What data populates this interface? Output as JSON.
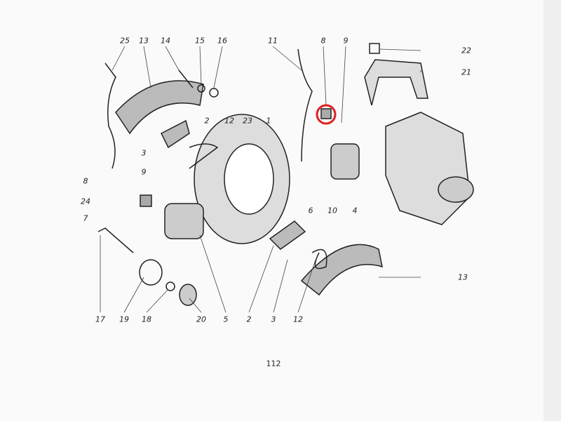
{
  "page_number": "112",
  "highlight_color": "#e02020",
  "highlighted_part": "8",
  "callouts": [
    {
      "id": "c25",
      "text": "25"
    },
    {
      "id": "c13a",
      "text": "13"
    },
    {
      "id": "c14",
      "text": "14"
    },
    {
      "id": "c15",
      "text": "15"
    },
    {
      "id": "c16",
      "text": "16"
    },
    {
      "id": "c11",
      "text": "11"
    },
    {
      "id": "c8a",
      "text": "8"
    },
    {
      "id": "c9a",
      "text": "9"
    },
    {
      "id": "c22",
      "text": "22"
    },
    {
      "id": "c21",
      "text": "21"
    },
    {
      "id": "c2a",
      "text": "2"
    },
    {
      "id": "c12a",
      "text": "12"
    },
    {
      "id": "c23",
      "text": "23"
    },
    {
      "id": "c1",
      "text": "1"
    },
    {
      "id": "c3a",
      "text": "3"
    },
    {
      "id": "c9b",
      "text": "9"
    },
    {
      "id": "c8b",
      "text": "8"
    },
    {
      "id": "c24",
      "text": "24"
    },
    {
      "id": "c7",
      "text": "7"
    },
    {
      "id": "c6",
      "text": "6"
    },
    {
      "id": "c10",
      "text": "10"
    },
    {
      "id": "c4",
      "text": "4"
    },
    {
      "id": "c13b",
      "text": "13"
    },
    {
      "id": "c17",
      "text": "17"
    },
    {
      "id": "c19",
      "text": "19"
    },
    {
      "id": "c18",
      "text": "18"
    },
    {
      "id": "c20",
      "text": "20"
    },
    {
      "id": "c5",
      "text": "5"
    },
    {
      "id": "c2b",
      "text": "2"
    },
    {
      "id": "c3b",
      "text": "3"
    },
    {
      "id": "c12b",
      "text": "12"
    }
  ]
}
